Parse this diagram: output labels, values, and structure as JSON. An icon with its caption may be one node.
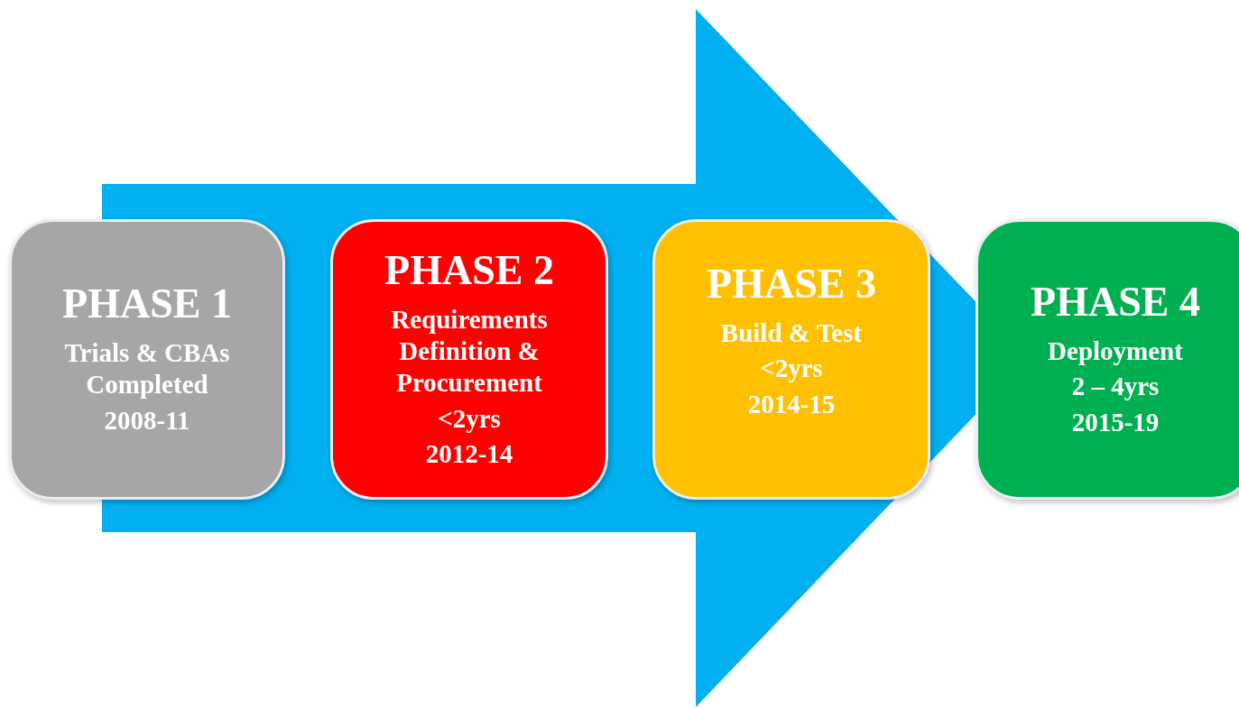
{
  "diagram": {
    "nodes": [
      {
        "text": [
          "PHASE 1",
          "Trials & CBAs Completed",
          "2008-11"
        ]
      },
      {
        "text": [
          "PHASE 2",
          "Requirements Definition & Procurement",
          "<2yrs",
          "2012-14"
        ]
      },
      {
        "text": [
          "PHASE 3",
          "Build & Test",
          "<2yrs",
          "2014-15"
        ]
      },
      {
        "text": [
          "PHASE 4",
          "Deployment",
          "2 – 4yrs",
          "2015-19"
        ]
      }
    ],
    "edges": [
      {
        "from": 0,
        "to": 3,
        "arrow": "to"
      }
    ]
  }
}
